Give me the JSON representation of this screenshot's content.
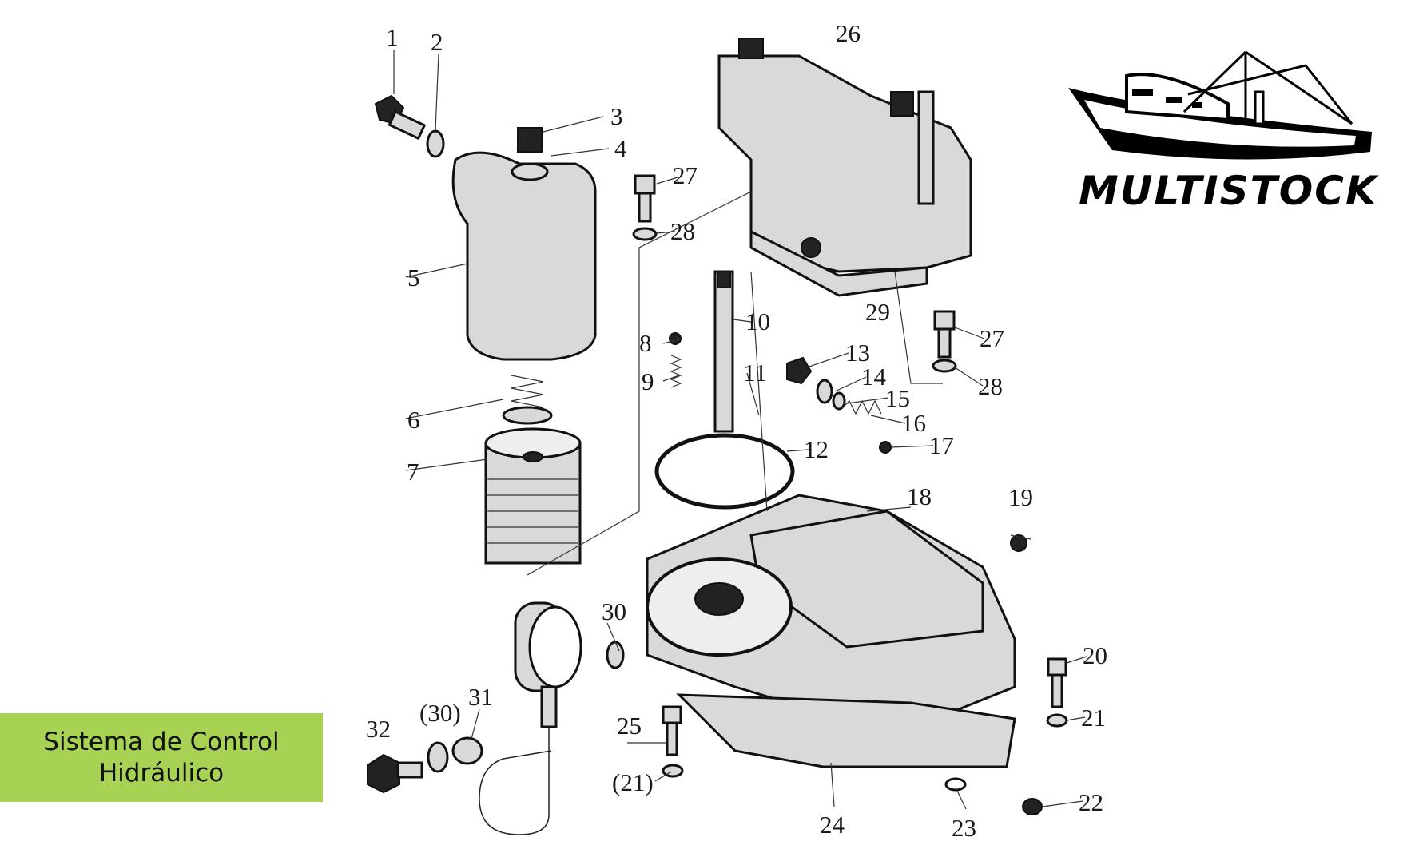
{
  "title": "Sistema de Control Hidráulico",
  "logo": {
    "brand": "MULTISTOCK",
    "icon": "fishing-boat-icon"
  },
  "callouts": [
    "1",
    "2",
    "3",
    "4",
    "5",
    "6",
    "7",
    "8",
    "9",
    "10",
    "11",
    "12",
    "13",
    "14",
    "15",
    "16",
    "17",
    "18",
    "19",
    "20",
    "21",
    "22",
    "23",
    "24",
    "25",
    "26",
    "27",
    "28",
    "29",
    "30",
    "31",
    "32",
    "27",
    "28",
    "(21)",
    "(30)"
  ],
  "colors": {
    "title_bg": "#a8d253"
  }
}
